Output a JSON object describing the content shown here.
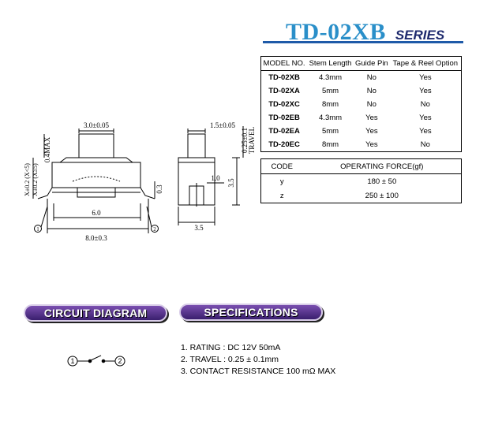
{
  "header": {
    "model": "TD-02XB",
    "series": "SERIES"
  },
  "model_table": {
    "headers": [
      "MODEL NO.",
      "Stem Length",
      "Guide Pin",
      "Tape & Reel Option"
    ],
    "rows": [
      [
        "TD-02XB",
        "4.3mm",
        "No",
        "Yes"
      ],
      [
        "TD-02XA",
        "5mm",
        "No",
        "Yes"
      ],
      [
        "TD-02XC",
        "8mm",
        "No",
        "No"
      ],
      [
        "TD-02EB",
        "4.3mm",
        "Yes",
        "Yes"
      ],
      [
        "TD-02EA",
        "5mm",
        "Yes",
        "Yes"
      ],
      [
        "TD-20EC",
        "8mm",
        "Yes",
        "No"
      ]
    ]
  },
  "force_table": {
    "headers": [
      "CODE",
      "OPERATING FORCE(gf)"
    ],
    "rows": [
      [
        "y",
        "180 ± 50"
      ],
      [
        "z",
        "250 ± 100"
      ]
    ]
  },
  "front_view": {
    "dim_top": "3.0±0.05",
    "dim_stem": "0.4MAX",
    "dim_height_1": "X±0.2 (X<5)",
    "dim_height_2": "X±0.2 (X≥5)",
    "dim_lead": "0.3",
    "dim_inner": "6.0",
    "dim_outer": "8.0±0.3",
    "pin1": "1",
    "pin2": "2"
  },
  "side_view": {
    "dim_top": "1.5±0.05",
    "dim_travel_value": "0.25±0.1",
    "dim_travel_label": "TRAVEL",
    "dim_pin": "1.0",
    "dim_height": "3.5",
    "dim_width": "3.5"
  },
  "sections": {
    "circuit_title": "CIRCUIT DIAGRAM",
    "spec_title": "SPECIFICATIONS",
    "circuit_pin1": "1",
    "circuit_pin2": "2"
  },
  "specifications": [
    "1. RATING : DC 12V  50mA",
    "2. TRAVEL : 0.25 ± 0.1mm",
    "3. CONTACT  RESISTANCE 100 mΩ MAX"
  ]
}
